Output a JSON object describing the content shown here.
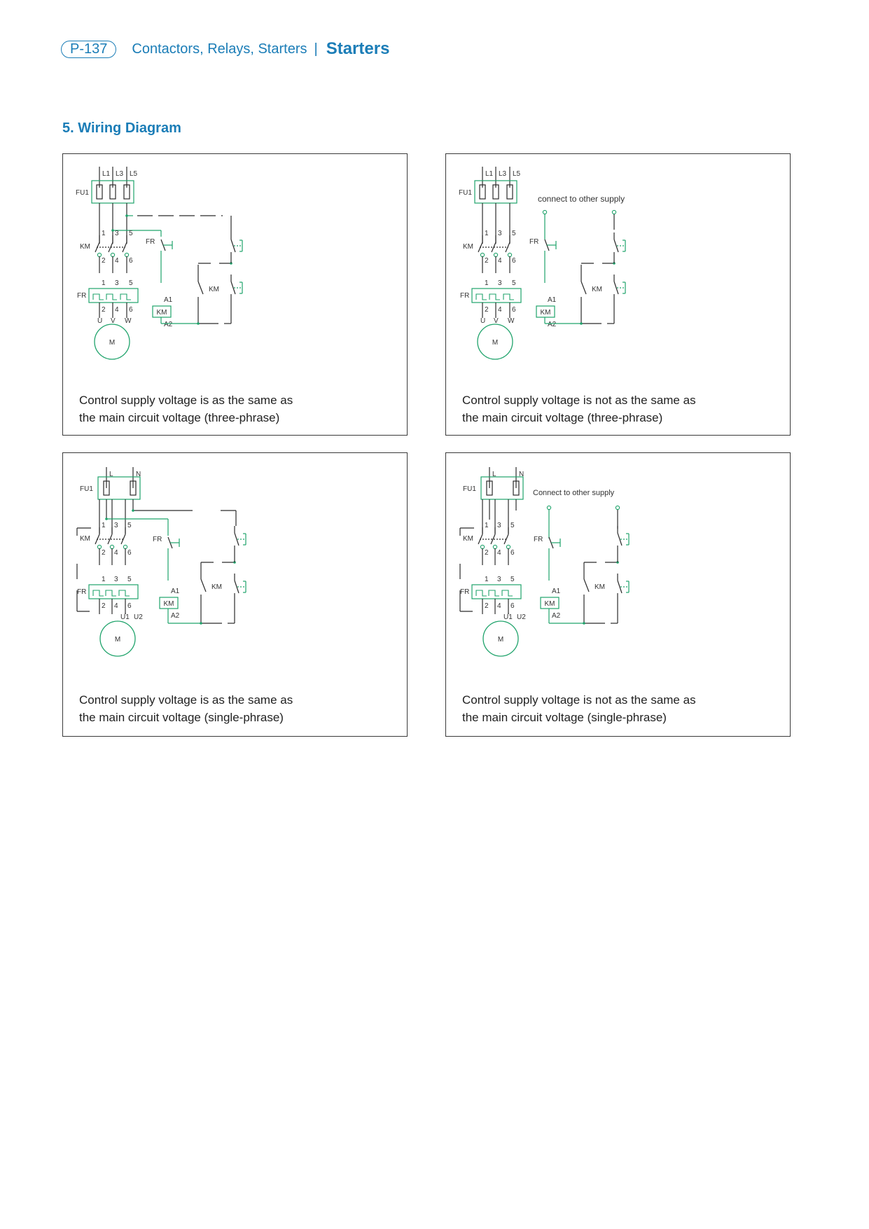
{
  "header": {
    "page_number": "P-137",
    "breadcrumb": [
      "Contactors,",
      "Relays,",
      "Starters"
    ],
    "current": "Starters"
  },
  "section_title": "5. Wiring Diagram",
  "colors": {
    "accent": "#1b7db7",
    "wire": "#1fa36b",
    "border": "#3a3a3a"
  },
  "diagrams": [
    {
      "phase": "three",
      "supply_labels": [
        "L1",
        "L3",
        "L5"
      ],
      "fuse_label": "FU1",
      "contactor_label": "KM",
      "overload_label": "FR",
      "top_terminals": [
        "1",
        "3",
        "5"
      ],
      "mid_terminals": [
        "2",
        "4",
        "6"
      ],
      "fr_in_terminals": [
        "1",
        "3",
        "5"
      ],
      "fr_out_terminals": [
        "2",
        "4",
        "6"
      ],
      "motor_terminals": [
        "U",
        "V",
        "W"
      ],
      "motor_label": "M",
      "coil_label": "KM",
      "coil_top": "A1",
      "coil_bottom": "A2",
      "fr_contact_label": "FR",
      "aux_contact_label": "KM",
      "other_supply_note": "",
      "caption_lines": [
        "Control supply voltage is as the same as",
        "the main circuit voltage (three-phrase)"
      ]
    },
    {
      "phase": "three",
      "supply_labels": [
        "L1",
        "L3",
        "L5"
      ],
      "fuse_label": "FU1",
      "contactor_label": "KM",
      "overload_label": "FR",
      "top_terminals": [
        "1",
        "3",
        "5"
      ],
      "mid_terminals": [
        "2",
        "4",
        "6"
      ],
      "fr_in_terminals": [
        "1",
        "3",
        "5"
      ],
      "fr_out_terminals": [
        "2",
        "4",
        "6"
      ],
      "motor_terminals": [
        "U",
        "V",
        "W"
      ],
      "motor_label": "M",
      "coil_label": "KM",
      "coil_top": "A1",
      "coil_bottom": "A2",
      "fr_contact_label": "FR",
      "aux_contact_label": "KM",
      "other_supply_note": "connect to other supply",
      "caption_lines": [
        "Control supply voltage is not as the same as",
        "the main circuit voltage (three-phrase)"
      ]
    },
    {
      "phase": "single",
      "supply_labels": [
        "L",
        "N"
      ],
      "fuse_label": "FU1",
      "contactor_label": "KM",
      "overload_label": "FR",
      "top_terminals": [
        "1",
        "3",
        "5"
      ],
      "mid_terminals": [
        "2",
        "4",
        "6"
      ],
      "fr_in_terminals": [
        "1",
        "3",
        "5"
      ],
      "fr_out_terminals": [
        "2",
        "4",
        "6"
      ],
      "motor_terminals": [
        "U1",
        "U2"
      ],
      "motor_label": "M",
      "coil_label": "KM",
      "coil_top": "A1",
      "coil_bottom": "A2",
      "fr_contact_label": "FR",
      "aux_contact_label": "KM",
      "other_supply_note": "",
      "caption_lines": [
        "Control supply voltage is as the same as",
        "the main circuit voltage (single-phrase)"
      ]
    },
    {
      "phase": "single",
      "supply_labels": [
        "L",
        "N"
      ],
      "fuse_label": "FU1",
      "contactor_label": "KM",
      "overload_label": "FR",
      "top_terminals": [
        "1",
        "3",
        "5"
      ],
      "mid_terminals": [
        "2",
        "4",
        "6"
      ],
      "fr_in_terminals": [
        "1",
        "3",
        "5"
      ],
      "fr_out_terminals": [
        "2",
        "4",
        "6"
      ],
      "motor_terminals": [
        "U1",
        "U2"
      ],
      "motor_label": "M",
      "coil_label": "KM",
      "coil_top": "A1",
      "coil_bottom": "A2",
      "fr_contact_label": "FR",
      "aux_contact_label": "KM",
      "other_supply_note": "Connect to other supply",
      "caption_lines": [
        "Control supply voltage is not as the same as",
        "the main circuit voltage (single-phrase)"
      ]
    }
  ]
}
